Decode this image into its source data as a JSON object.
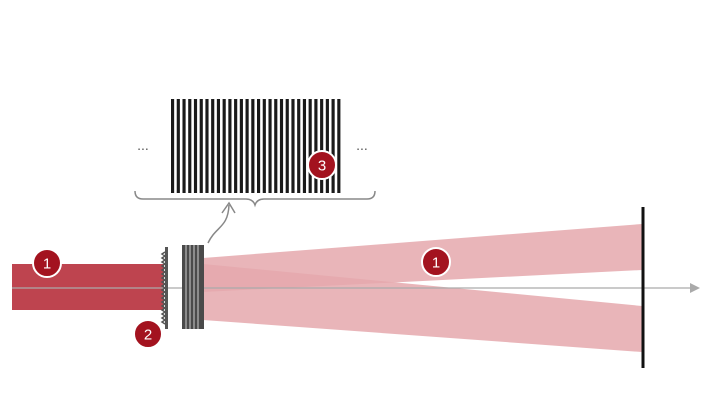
{
  "colors": {
    "beam_dark": "#b7303c",
    "beam_light": "#e5a8ad",
    "badge_fill": "#a3131f",
    "badge_text": "#ffffff",
    "axis": "#aaaaaa",
    "component": "#555555",
    "screen": "#111111",
    "fringe_dark": "#1a1a1a"
  },
  "labels": {
    "incoming_beam": "1",
    "diffraction_element": "2",
    "interference_pattern": "3",
    "diverging_beams": "1"
  },
  "fringe_inset": {
    "left_ellipsis": "...",
    "right_ellipsis": "...",
    "stripe_count": 30
  }
}
